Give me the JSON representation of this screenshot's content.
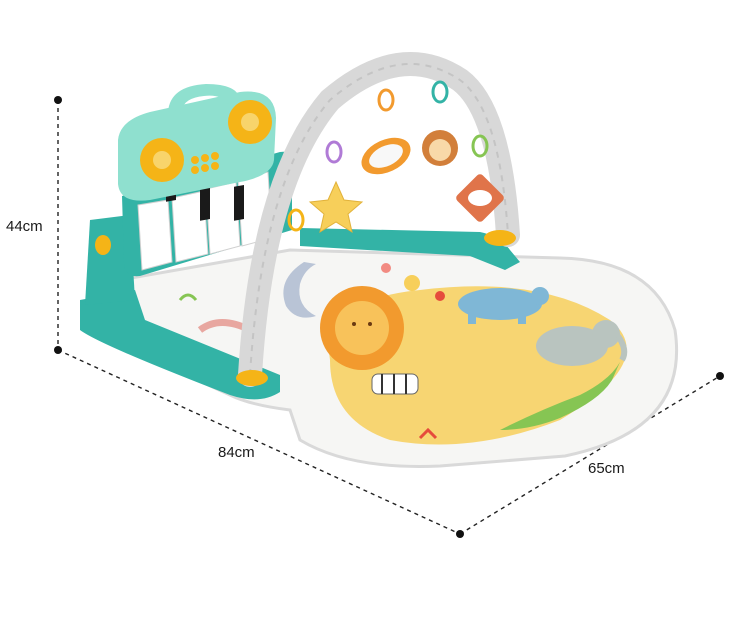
{
  "dimensions": {
    "height_label": "44cm",
    "width_label": "84cm",
    "depth_label": "65cm"
  },
  "colors": {
    "mat": "#f6f6f4",
    "mat_edge": "#d9d9d9",
    "frame_teal": "#33b3a6",
    "frame_teal_dark": "#238f86",
    "panel_mint": "#8fe0cf",
    "speaker_yellow": "#f5b417",
    "arch_gray": "#d8d8d8",
    "sun_yellow": "#f7cf5a",
    "lion_orange": "#f29a2e",
    "hippo_blue": "#7fb7d6",
    "croc_green": "#86c553",
    "elephant_gray": "#b9c4bf"
  },
  "icons": {
    "speaker": "speaker-icon",
    "piano": "piano-keys-icon",
    "star_toy": "star-toy-icon",
    "moon_toy": "moon-toy-icon",
    "mirror_toy": "mirror-toy-icon",
    "hedgehog_toy": "hedgehog-toy-icon",
    "cloud_toy": "cloud-toy-icon"
  }
}
